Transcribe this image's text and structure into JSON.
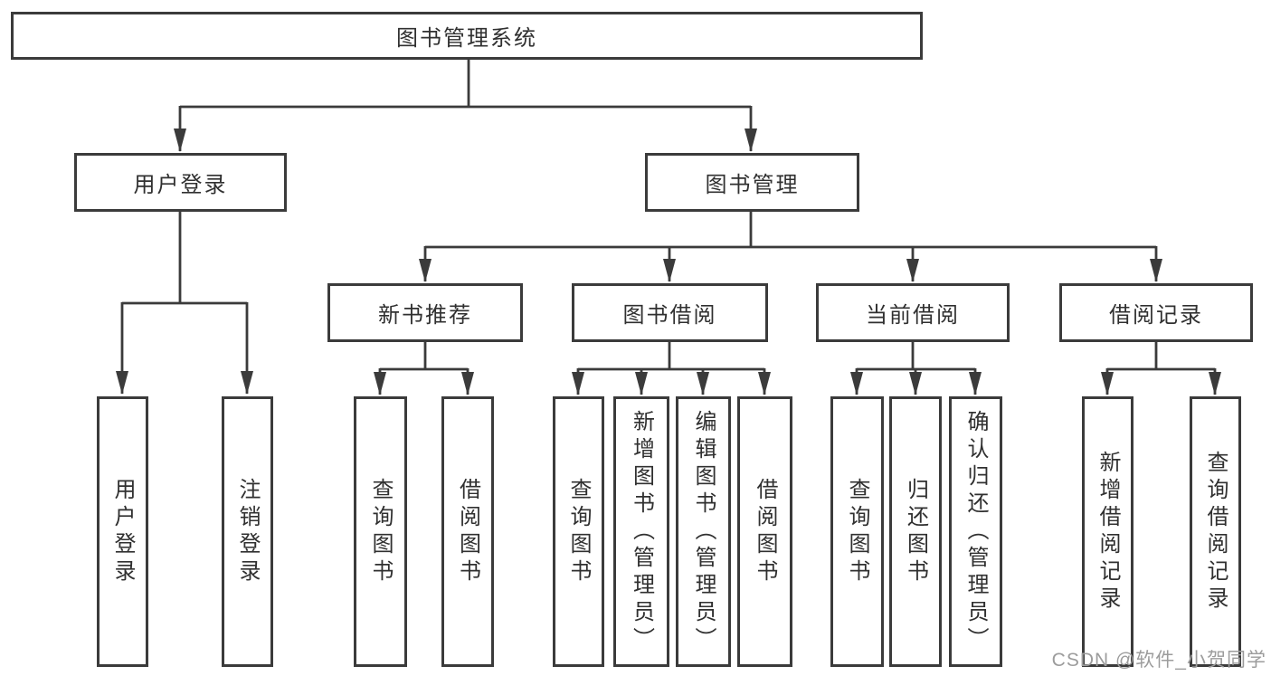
{
  "tree": {
    "root": {
      "label": "图书管理系统"
    },
    "user_login_branch": {
      "label": "用户登录",
      "leaves": [
        {
          "label": "用户登录"
        },
        {
          "label": "注销登录"
        }
      ]
    },
    "book_management_branch": {
      "label": "图书管理",
      "sections": [
        {
          "label": "新书推荐",
          "leaves": [
            {
              "label": "查询图书"
            },
            {
              "label": "借阅图书"
            }
          ]
        },
        {
          "label": "图书借阅",
          "leaves": [
            {
              "label": "查询图书"
            },
            {
              "label": "新增图书（管理员）"
            },
            {
              "label": "编辑图书（管理员）"
            },
            {
              "label": "借阅图书"
            }
          ]
        },
        {
          "label": "当前借阅",
          "leaves": [
            {
              "label": "查询图书"
            },
            {
              "label": "归还图书"
            },
            {
              "label": "确认归还（管理员）"
            }
          ]
        },
        {
          "label": "借阅记录",
          "leaves": [
            {
              "label": "新增借阅记录"
            },
            {
              "label": "查询借阅记录"
            }
          ]
        }
      ]
    }
  },
  "watermark": {
    "text": "CSDN @软件_小贺同学"
  },
  "colors": {
    "line": "#3b3b3b",
    "text": "#303030",
    "watermark": "#9c9c9c",
    "background": "#ffffff"
  }
}
